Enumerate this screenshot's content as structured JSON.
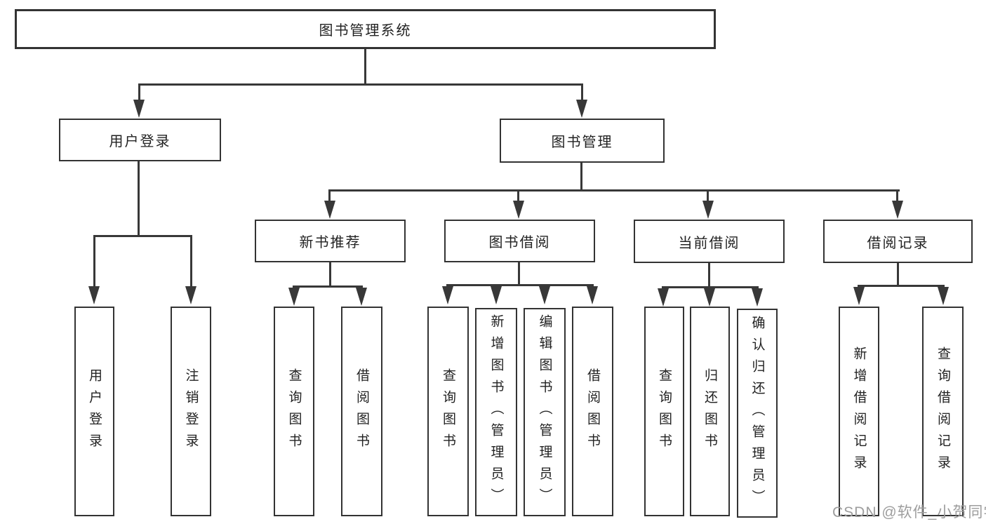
{
  "diagram": {
    "root": {
      "label": "图书管理系统"
    },
    "branches": [
      {
        "label": "用户登录",
        "children": [
          {
            "label": "用户登录"
          },
          {
            "label": "注销登录"
          }
        ]
      },
      {
        "label": "图书管理",
        "children": [
          {
            "label": "新书推荐",
            "children": [
              {
                "label": "查询图书"
              },
              {
                "label": "借阅图书"
              }
            ]
          },
          {
            "label": "图书借阅",
            "children": [
              {
                "label": "查询图书"
              },
              {
                "label": "新增图书（管理员）"
              },
              {
                "label": "编辑图书（管理员）"
              },
              {
                "label": "借阅图书"
              }
            ]
          },
          {
            "label": "当前借阅",
            "children": [
              {
                "label": "查询图书"
              },
              {
                "label": "归还图书"
              },
              {
                "label": "确认归还（管理员）"
              }
            ]
          },
          {
            "label": "借阅记录",
            "children": [
              {
                "label": "新增借阅记录"
              },
              {
                "label": "查询借阅记录"
              }
            ]
          }
        ]
      }
    ]
  },
  "watermark": {
    "text": "CSDN @软件_小贺同学"
  },
  "colors": {
    "line": "#383838",
    "border": "#333333",
    "text": "#222222",
    "watermark": "#9d9d9d",
    "background": "#ffffff"
  }
}
